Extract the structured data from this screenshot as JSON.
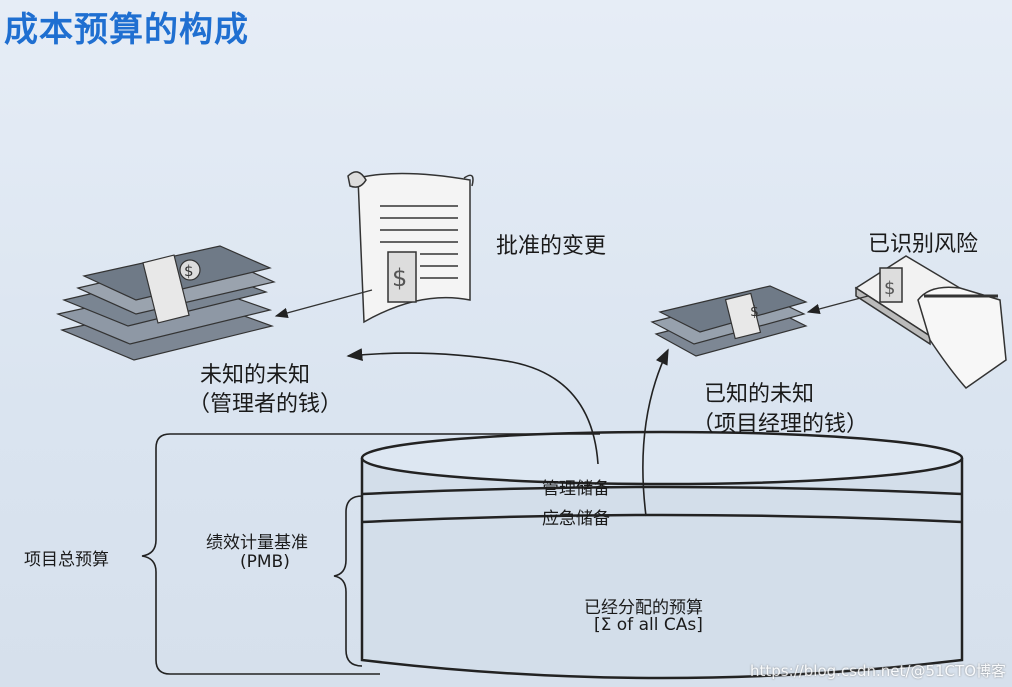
{
  "title": "成本预算的构成",
  "labels": {
    "approved_changes": "批准的变更",
    "identified_risks": "已识别风险",
    "unknown_unknowns_line1": "未知的未知",
    "unknown_unknowns_line2": "（管理者的钱）",
    "known_unknowns_line1": "已知的未知",
    "known_unknowns_line2": "（项目经理的钱）",
    "management_reserve": "管理储备",
    "contingency_reserve": "应急储备",
    "pmb_line1": "绩效计量基准",
    "pmb_line2": "(PMB)",
    "project_budget": "项目总预算",
    "allocated_budget_line1": "已经分配的预算",
    "allocated_budget_line2": "[Σ of all CAs]"
  },
  "watermark": "https://blog.csdn.net/@51CTO博客"
}
